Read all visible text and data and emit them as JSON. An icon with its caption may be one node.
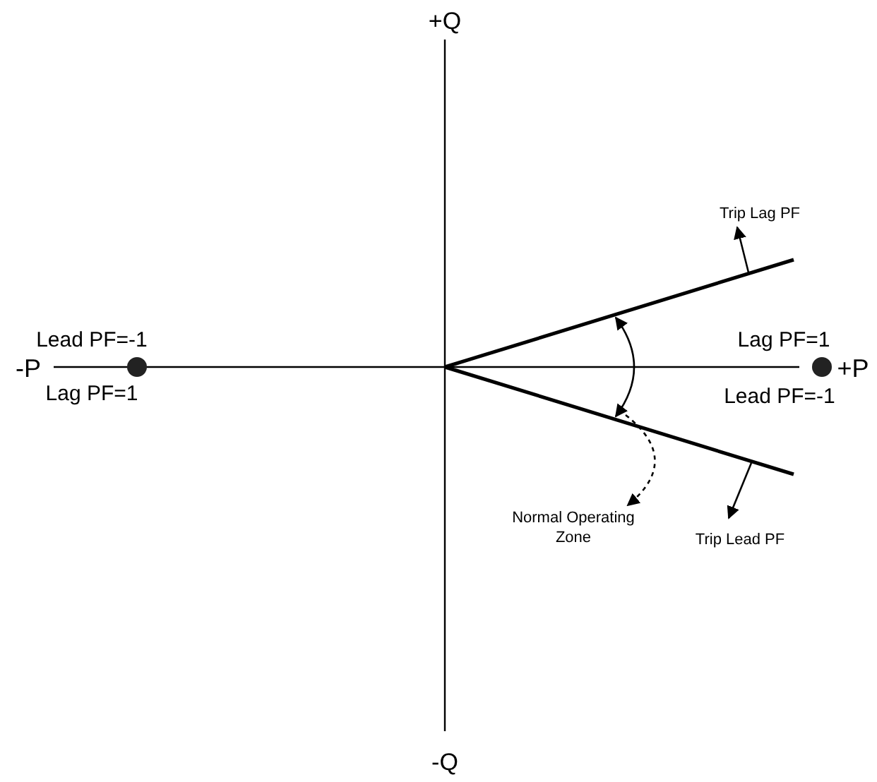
{
  "diagram": {
    "nodes": [
      {
        "text": [],
        "shape": "arc"
      },
      {
        "text": [
          "Normal Operating Zone"
        ]
      }
    ],
    "edges": [
      {
        "from": 0,
        "to": 1,
        "arrow": "to",
        "style": "dashed"
      }
    ],
    "labels": [
      "+Q",
      "Trip Lag PF",
      "Lead PF=-1",
      "Lag PF=1",
      "-P",
      "+P",
      "Lag PF=1",
      "Lead PF=-1",
      "Trip Lead PF",
      "-Q"
    ]
  }
}
